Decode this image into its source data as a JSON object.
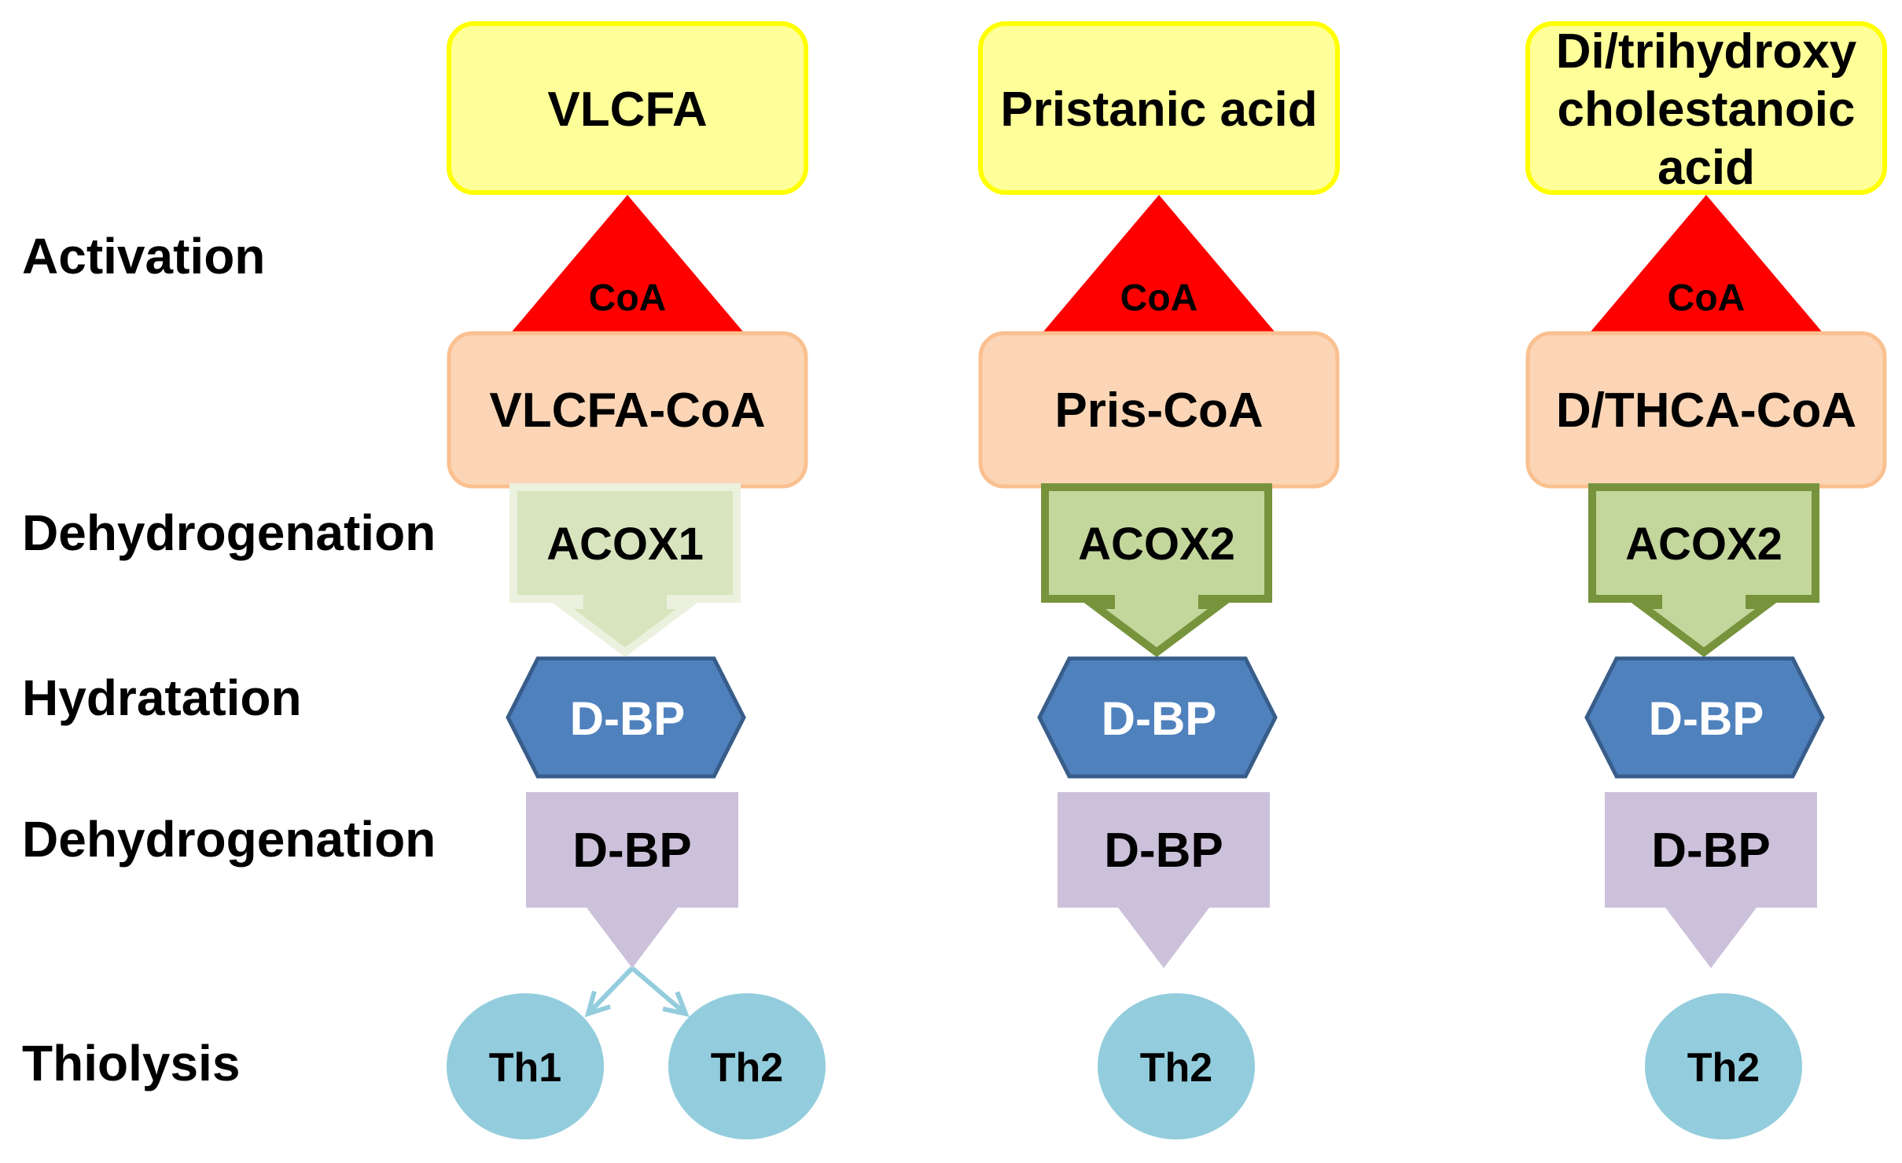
{
  "steps": {
    "activation": "Activation",
    "dehydrogenation1": "Dehydrogenation",
    "hydratation": "Hydratation",
    "dehydrogenation2": "Dehydrogenation",
    "thiolysis": "Thiolysis"
  },
  "pathways": [
    {
      "substrate": [
        "VLCFA"
      ],
      "coa": "CoA",
      "acyl_coa": "VLCFA-CoA",
      "oxidase": "ACOX1",
      "oxidase_style": "faded",
      "hydratase": "D-BP",
      "dehydrogenase": "D-BP",
      "thiolases": [
        "Th1",
        "Th2"
      ]
    },
    {
      "substrate": [
        "Pristanic acid"
      ],
      "coa": "CoA",
      "acyl_coa": "Pris-CoA",
      "oxidase": "ACOX2",
      "oxidase_style": "solid",
      "hydratase": "D-BP",
      "dehydrogenase": "D-BP",
      "thiolases": [
        "Th2"
      ]
    },
    {
      "substrate": [
        "Di/trihydroxy",
        "cholestanoic",
        "acid"
      ],
      "coa": "CoA",
      "acyl_coa": "D/THCA-CoA",
      "oxidase": "ACOX2",
      "oxidase_style": "solid",
      "hydratase": "D-BP",
      "dehydrogenase": "D-BP",
      "thiolases": [
        "Th2"
      ]
    }
  ],
  "colors": {
    "substrate_fill": "#ffff99",
    "substrate_border": "#ffff00",
    "coa_triangle": "#ff0000",
    "acyl_coa_fill": "#fbd5b5",
    "acyl_coa_border": "#fac090",
    "oxidase_fill": "#c3d69b",
    "oxidase_border": "#77933c",
    "oxidase_faded_fill": "#d7e4bd",
    "oxidase_faded_border": "#ebf1de",
    "hydratase_fill": "#4f81bd",
    "hydratase_border": "#385d8a",
    "dehydrogenase_fill": "#ccc1da",
    "thiolase_fill": "#93cddd",
    "branch_arrow": "#93cddd"
  }
}
